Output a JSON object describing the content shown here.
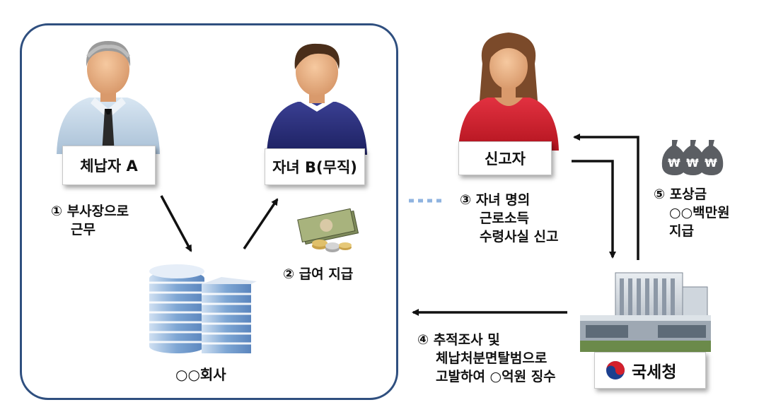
{
  "actors": {
    "debtor": "체납자 A",
    "child": "자녀 B(무직)",
    "reporter": "신고자",
    "company": "○○회사",
    "nts": "국세청"
  },
  "steps": {
    "step1": [
      "① 부사장으로",
      "근무"
    ],
    "step2": "② 급여 지급",
    "step3": [
      "③ 자녀 명의",
      "근로소득",
      "수령사실 신고"
    ],
    "step4": [
      "④ 추적조사 및",
      "체납처분면탈범으로",
      "고발하여 ○억원 징수"
    ],
    "step5": [
      "⑤ 포상금",
      "○○백만원",
      "지급"
    ]
  },
  "icons": {
    "money_bag_symbol": "₩"
  },
  "colors": {
    "frame": "#2f4f7f",
    "dotted_connector": "#8fb3e0",
    "reporter_shirt": "#d0202f",
    "child_sweater": "#2a2f78"
  }
}
